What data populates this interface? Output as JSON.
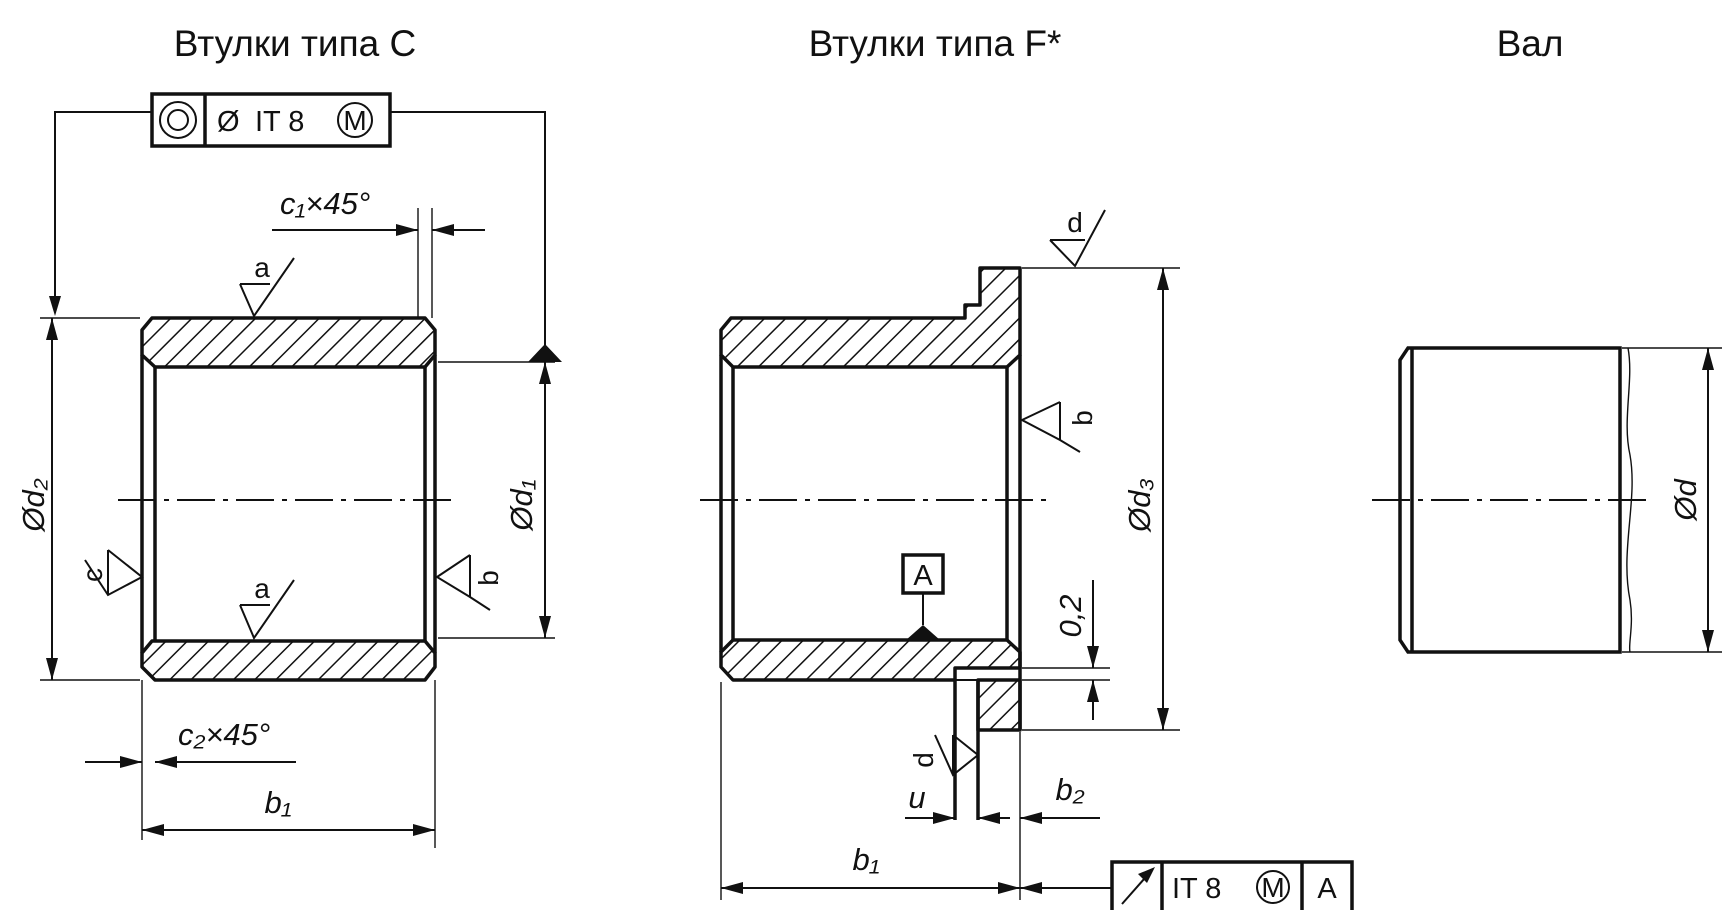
{
  "titles": {
    "type_c": "Втулки типа С",
    "type_f": "Втулки типа F*",
    "shaft": "Вал"
  },
  "type_c": {
    "tolerance_frame": {
      "symbol": "concentricity-icon",
      "diameter_sign": "Ø",
      "value": "IT 8",
      "modifier": "M"
    },
    "dims": {
      "c1": "c₁×45°",
      "c2": "c₂×45°",
      "d2": "Ød₂",
      "d1": "Ød₁",
      "b1": "b₁"
    },
    "roughness": {
      "top": "a",
      "bottom": "a",
      "left": "c",
      "right": "b"
    }
  },
  "type_f": {
    "datum": "A",
    "dims": {
      "d3": "Ød₃",
      "offset": "0,2",
      "u": "u",
      "b2": "b₂",
      "b1": "b₁"
    },
    "roughness": {
      "flange_top": "d",
      "flange_face": "b",
      "groove": "d"
    },
    "tolerance_frame": {
      "symbol": "runout-arrow-icon",
      "value": "IT 8",
      "modifier": "M",
      "datum": "A"
    }
  },
  "shaft": {
    "dims": {
      "d": "Ød"
    }
  }
}
